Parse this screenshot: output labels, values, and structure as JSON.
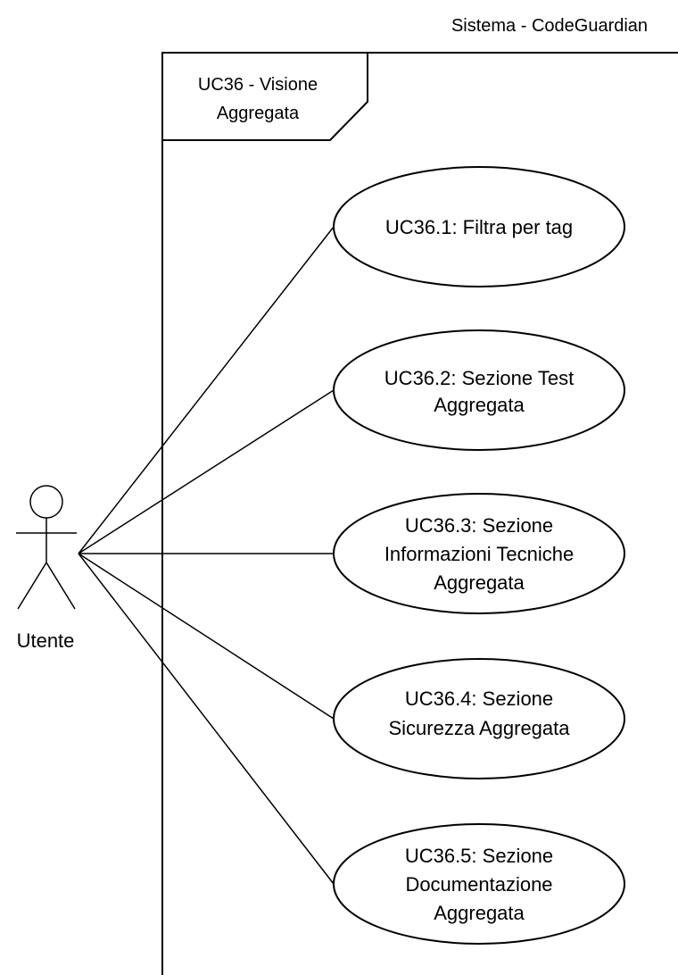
{
  "system": {
    "title": "Sistema - CodeGuardian"
  },
  "frame": {
    "label_line1": "UC36 - Visione",
    "label_line2": "Aggregata"
  },
  "actor": {
    "name": "Utente"
  },
  "use_cases": [
    {
      "lines": [
        "UC36.1: Filtra per tag"
      ]
    },
    {
      "lines": [
        "UC36.2: Sezione Test",
        "Aggregata"
      ]
    },
    {
      "lines": [
        "UC36.3: Sezione",
        "Informazioni Tecniche",
        "Aggregata"
      ]
    },
    {
      "lines": [
        "UC36.4: Sezione",
        "Sicurezza Aggregata"
      ]
    },
    {
      "lines": [
        "UC36.5: Sezione",
        "Documentazione",
        "Aggregata"
      ]
    }
  ]
}
